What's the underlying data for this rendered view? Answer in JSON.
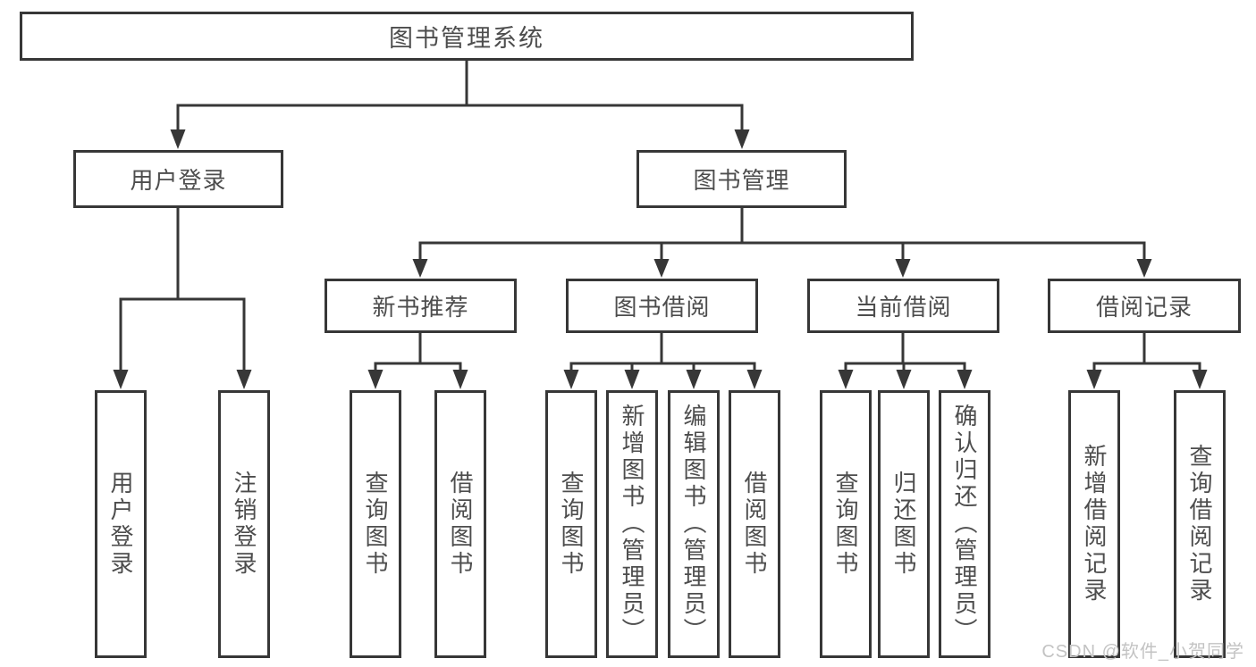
{
  "diagram": {
    "title": "图书管理系统",
    "type": "hierarchy-tree",
    "tree": {
      "root": {
        "label": "图书管理系统"
      },
      "branches": [
        {
          "label": "用户登录",
          "children": [
            "用户登录",
            "注销登录"
          ]
        },
        {
          "label": "图书管理",
          "groups": [
            {
              "label": "新书推荐",
              "children": [
                "查询图书",
                "借阅图书"
              ]
            },
            {
              "label": "图书借阅",
              "children": [
                "查询图书",
                "新增图书（管理员）",
                "编辑图书（管理员）",
                "借阅图书"
              ]
            },
            {
              "label": "当前借阅",
              "children": [
                "查询图书",
                "归还图书",
                "确认归还（管理员）"
              ]
            },
            {
              "label": "借阅记录",
              "children": [
                "新增借阅记录",
                "查询借阅记录"
              ]
            }
          ]
        }
      ]
    },
    "watermark": "CSDN @软件_小贺同学",
    "colors": {
      "line": "#373737",
      "text": "#4d4d4d",
      "watermark": "#c3c3c3",
      "background": "#ffffff"
    }
  }
}
